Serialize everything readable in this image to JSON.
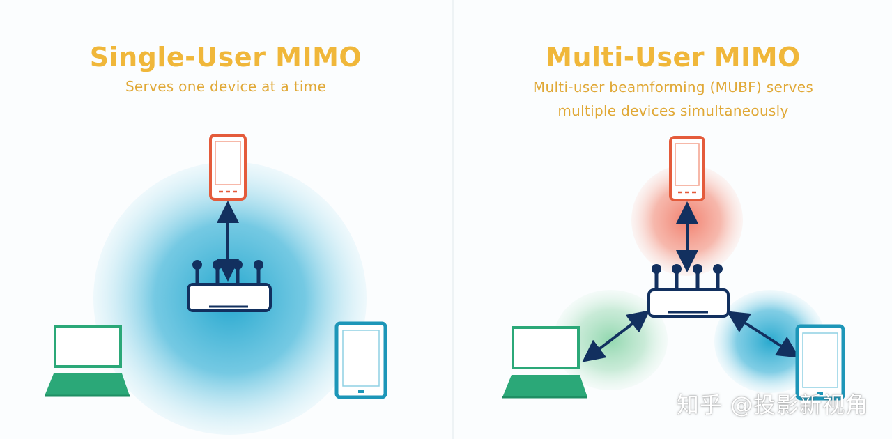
{
  "single_user": {
    "title": "Single-User MIMO",
    "subtitle": "Serves one device at a time"
  },
  "multi_user": {
    "title": "Multi-User MIMO",
    "subtitle_line1": "Multi-user beamforming (MUBF) serves",
    "subtitle_line2": "multiple devices simultaneously"
  },
  "watermark": "知乎 @投影新视角",
  "icons": [
    "router-icon",
    "phone-icon",
    "laptop-icon",
    "tablet-icon",
    "arrow-icon"
  ],
  "colors": {
    "title": "#f0b73a",
    "subtitle": "#e0a836",
    "signal_blue": "#29a9cf",
    "signal_red": "#f06a55",
    "signal_green": "#7fd0a2",
    "phone": "#e45b3b",
    "laptop": "#2ba878",
    "tablet": "#1d96b8",
    "router_navy": "#12305f"
  }
}
